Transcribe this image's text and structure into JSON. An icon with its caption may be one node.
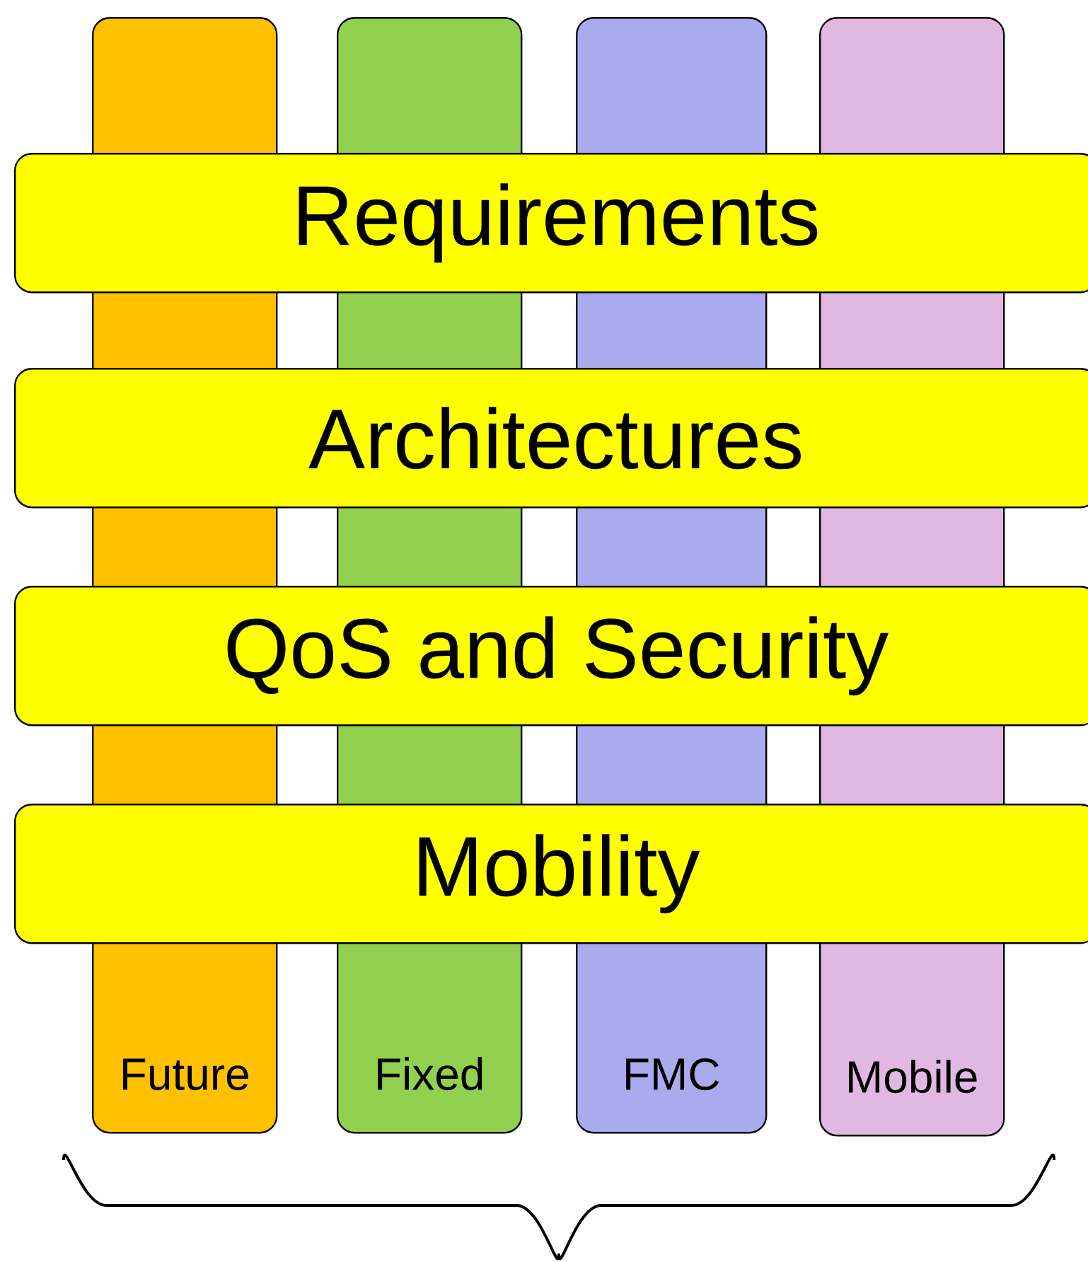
{
  "diagram": {
    "nodes": [
      {
        "text": [
          "Future"
        ]
      },
      {
        "text": [
          "Fixed"
        ]
      },
      {
        "text": [
          "FMC"
        ]
      },
      {
        "text": [
          "Mobile"
        ]
      },
      {
        "text": [
          "Requirements"
        ]
      },
      {
        "text": [
          "Architectures"
        ]
      },
      {
        "text": [
          "QoS and Security"
        ]
      },
      {
        "text": [
          "Mobility"
        ]
      }
    ]
  }
}
